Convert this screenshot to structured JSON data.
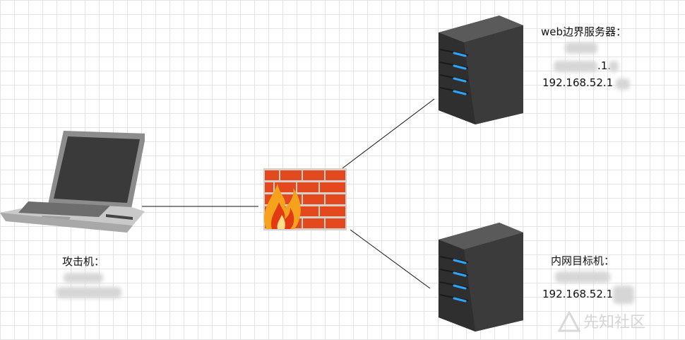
{
  "nodes": {
    "attacker": {
      "title": "攻击机："
    },
    "web_server": {
      "title": "web边界服务器：",
      "ip_partial": ".1.",
      "ip_internal": "192.168.52.1"
    },
    "internal_target": {
      "title": "内网目标机：",
      "ip_internal": "192.168.52.1"
    }
  },
  "watermark": "先知社区",
  "colors": {
    "brick": "#e4481e",
    "led": "#2fa4ff",
    "server_body": "#3b3b3b",
    "link_line": "#111111"
  }
}
